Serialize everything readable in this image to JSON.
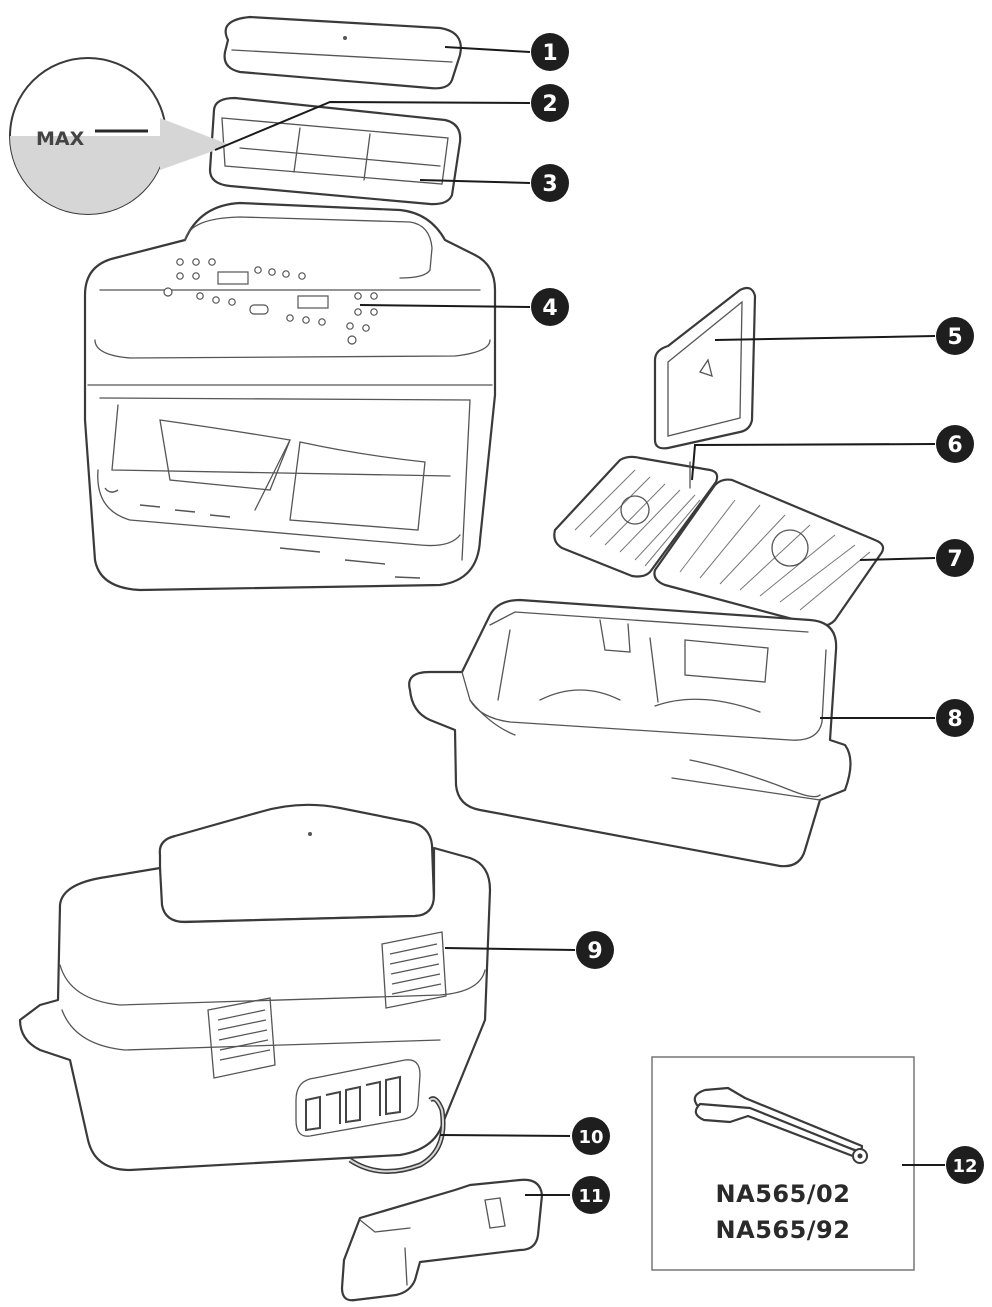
{
  "max_label": "MAX",
  "callouts": [
    {
      "number": "1",
      "part": "lid"
    },
    {
      "number": "2",
      "part": "max-fill-line"
    },
    {
      "number": "3",
      "part": "water-tray"
    },
    {
      "number": "4",
      "part": "control-panel"
    },
    {
      "number": "5",
      "part": "divider-plate"
    },
    {
      "number": "6",
      "part": "crisper-plate-left"
    },
    {
      "number": "7",
      "part": "crisper-plate-right"
    },
    {
      "number": "8",
      "part": "basket"
    },
    {
      "number": "9",
      "part": "air-vents"
    },
    {
      "number": "10",
      "part": "power-cord"
    },
    {
      "number": "11",
      "part": "cord-clip"
    },
    {
      "number": "12",
      "part": "tongs"
    }
  ],
  "accessory": {
    "models": [
      "NA565/02",
      "NA565/92"
    ]
  },
  "colors": {
    "line": "#3a3a3a",
    "badge": "#1e1e1e",
    "fill": "#ffffff",
    "shade": "#d6d6d6"
  }
}
